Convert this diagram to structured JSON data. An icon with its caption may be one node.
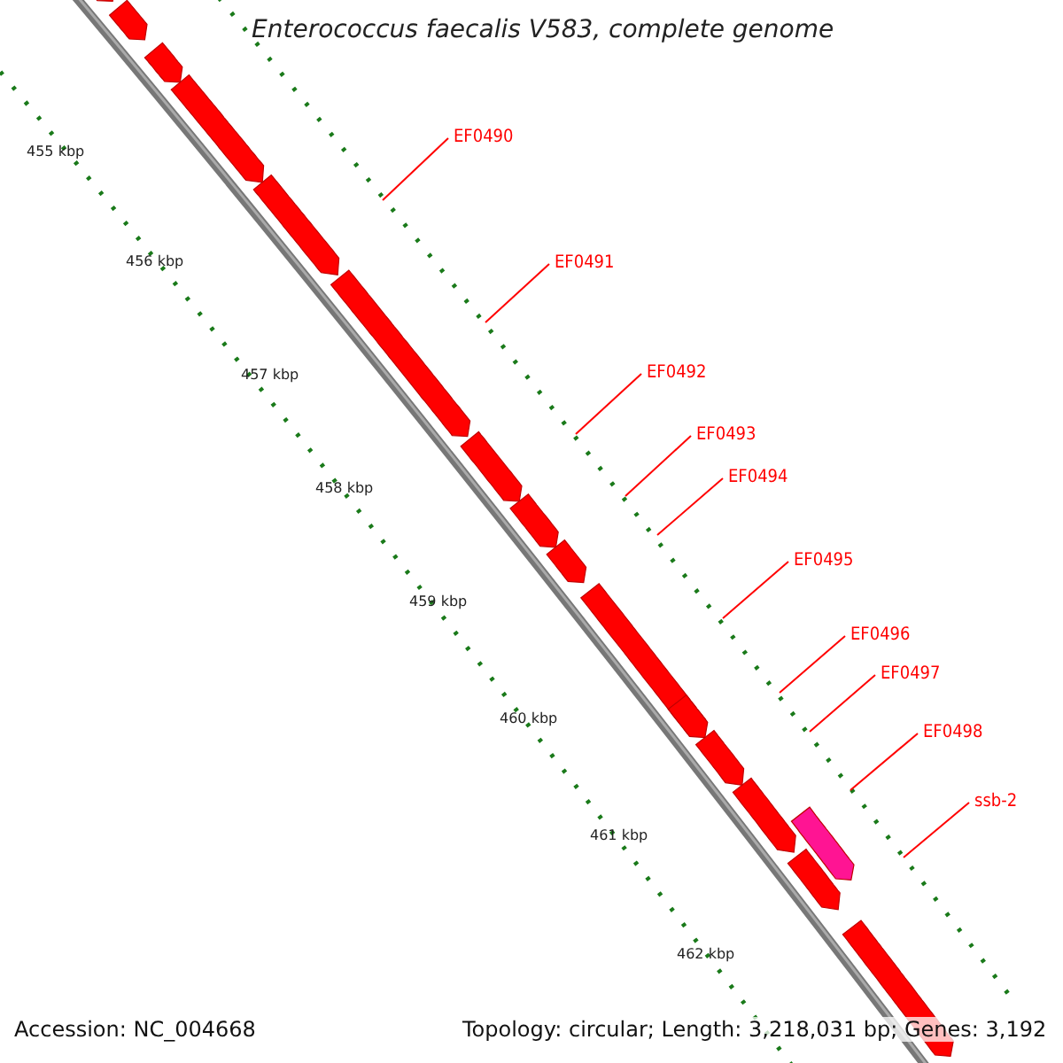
{
  "diagram": {
    "title": "Enterococcus faecalis V583, complete genome",
    "nodes": [
      {
        "text": [
          "EF0490"
        ]
      },
      {
        "text": [
          "EF0491"
        ]
      },
      {
        "text": [
          "EF0492"
        ]
      },
      {
        "text": [
          "EF0493"
        ]
      },
      {
        "text": [
          "EF0494"
        ]
      },
      {
        "text": [
          "EF0495"
        ]
      },
      {
        "text": [
          "EF0496"
        ]
      },
      {
        "text": [
          "EF0497"
        ]
      },
      {
        "text": [
          "EF0498"
        ]
      },
      {
        "text": [
          "ssb-2"
        ]
      }
    ],
    "edges": [
      {
        "from": 0,
        "to": null,
        "arrow": "none"
      },
      {
        "from": 1,
        "to": null,
        "arrow": "none"
      },
      {
        "from": 2,
        "to": null,
        "arrow": "none"
      },
      {
        "from": 3,
        "to": null,
        "arrow": "none"
      },
      {
        "from": 4,
        "to": null,
        "arrow": "none"
      },
      {
        "from": 5,
        "to": null,
        "arrow": "none"
      },
      {
        "from": 6,
        "to": null,
        "arrow": "none"
      },
      {
        "from": 7,
        "to": null,
        "arrow": "none"
      },
      {
        "from": 8,
        "to": null,
        "arrow": "none"
      },
      {
        "from": 9,
        "to": null,
        "arrow": "none"
      }
    ],
    "labels": [
      "455 kbp",
      "456 kbp",
      "457 kbp",
      "458 kbp",
      "459 kbp",
      "460 kbp",
      "461 kbp",
      "462 kbp",
      "Accession: NC_004668",
      "Topology: circular; Length: 3,218,031 bp; Genes: 3,192"
    ]
  }
}
